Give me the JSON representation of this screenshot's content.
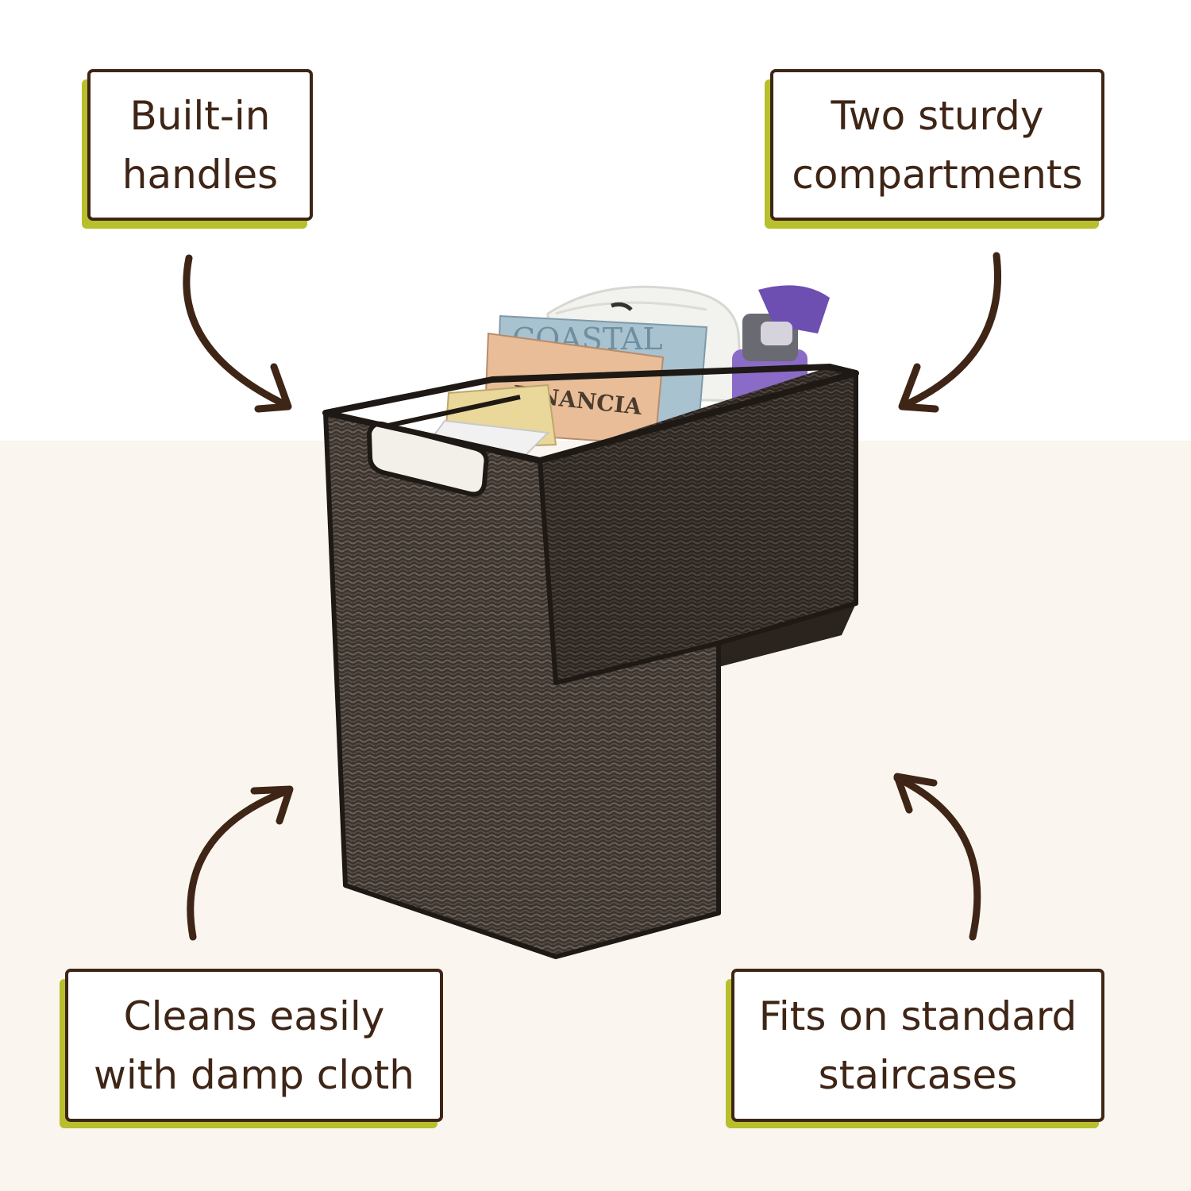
{
  "callouts": {
    "handles": {
      "line1": "Built-in",
      "line2": "handles"
    },
    "compartments": {
      "line1": "Two sturdy",
      "line2": "compartments"
    },
    "cleaning": {
      "line1": "Cleans easily",
      "line2": "with damp cloth"
    },
    "staircase": {
      "line1": "Fits on standard",
      "line2": "staircases"
    }
  },
  "product": {
    "magazine_label": "COASTAL",
    "book_label": "FINANCIA"
  },
  "colors": {
    "text": "#3f2516",
    "callout_shadow": "#b8bf2c",
    "basket": "#3a322c",
    "background_bottom": "#faf5ef"
  }
}
